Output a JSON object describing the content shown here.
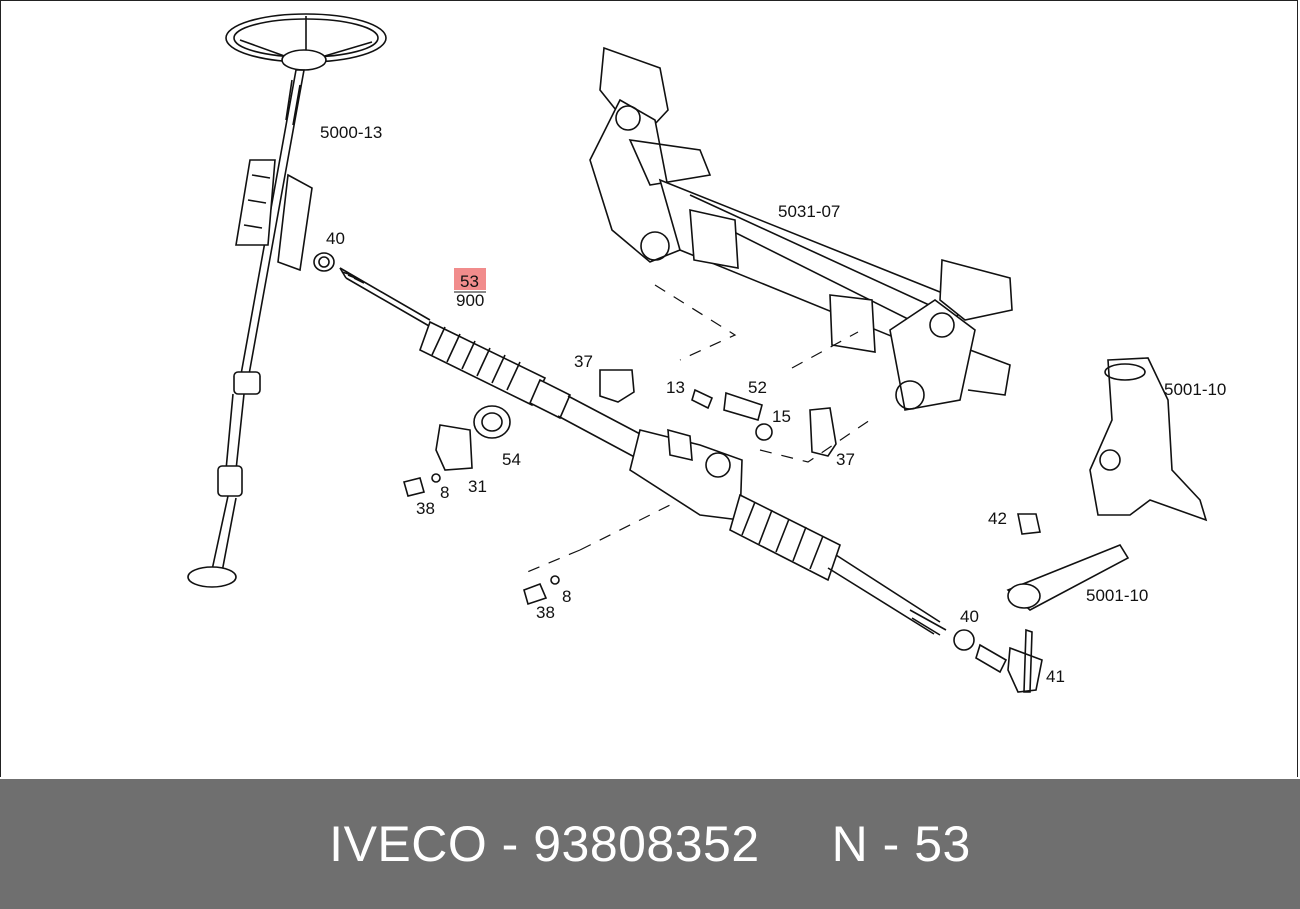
{
  "diagram": {
    "labels": {
      "l_5000_13": "5000-13",
      "l_5031_07": "5031-07",
      "l_40a": "40",
      "l_53": "53",
      "l_900": "900",
      "l_37a": "37",
      "l_13": "13",
      "l_52": "52",
      "l_15": "15",
      "l_37b": "37",
      "l_54": "54",
      "l_31": "31",
      "l_8a": "8",
      "l_38a": "38",
      "l_5001_10a": "5001-10",
      "l_42": "42",
      "l_5001_10b": "5001-10",
      "l_8b": "8",
      "l_38b": "38",
      "l_40b": "40",
      "l_41": "41"
    },
    "highlight_color": "#f08080"
  },
  "footer": {
    "brand": "IVECO",
    "separator": " - ",
    "part_number": "93808352",
    "gap": "     ",
    "ref_prefix": "N",
    "ref_separator": " - ",
    "ref_number": "53"
  }
}
